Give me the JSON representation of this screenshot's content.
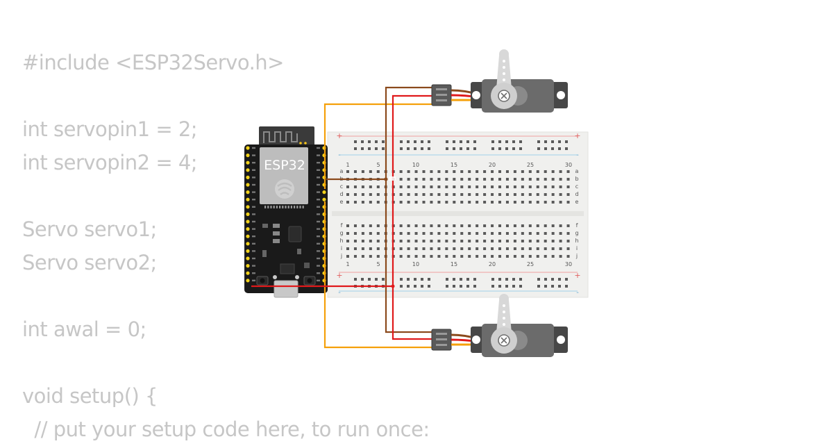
{
  "code": {
    "lines": [
      "#include <ESP32Servo.h>",
      "",
      "int servopin1 = 2;",
      "int servopin2 = 4;",
      "",
      "Servo servo1;",
      "Servo servo2;",
      "",
      "int awal = 0;",
      "",
      "void setup() {",
      "  // put your setup code here, to run once:"
    ]
  },
  "board": {
    "label": "ESP32"
  },
  "breadboard": {
    "column_numbers": [
      "1",
      "5",
      "10",
      "15",
      "20",
      "25",
      "30"
    ],
    "row_letters_top": [
      "a",
      "b",
      "c",
      "d",
      "e"
    ],
    "row_letters_bottom": [
      "f",
      "g",
      "h",
      "i",
      "j"
    ],
    "rail_plus": "+",
    "rail_minus": "-"
  },
  "colors": {
    "code_text": "#c6c6c6",
    "wire_signal": "#f5a00a",
    "wire_power": "#e0191b",
    "wire_ground": "#8b4a1c",
    "board_body": "#1a1a1a",
    "pin_yellow": "#f2d21b",
    "servo_body": "#6b6b6b"
  }
}
